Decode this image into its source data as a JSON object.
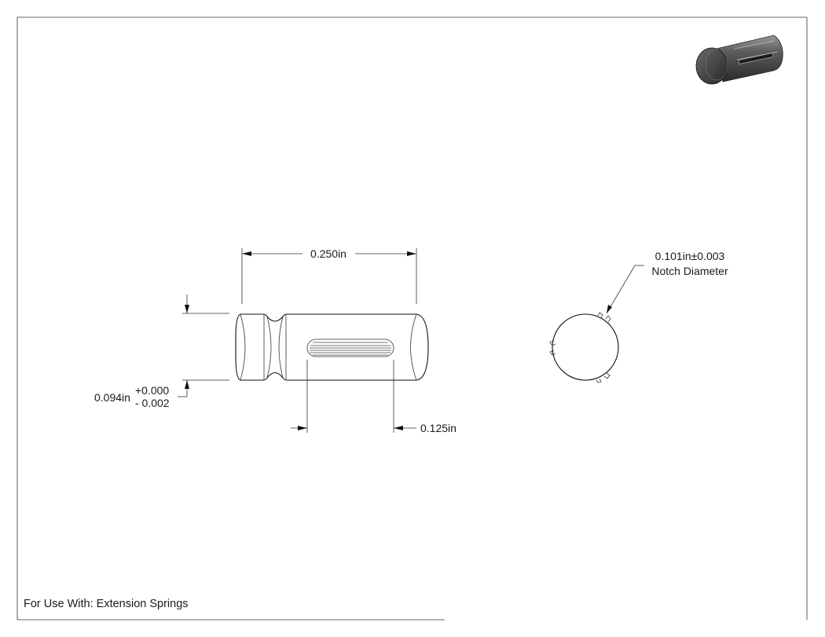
{
  "drawing": {
    "dimensions": {
      "overall_length": "0.250in",
      "slot_length": "0.125in",
      "diameter_nominal": "0.094in",
      "diameter_upper_tol": "+0.000",
      "diameter_lower_tol": "- 0.002",
      "notch_diameter_value": "0.101in±0.003",
      "notch_diameter_label": "Notch Diameter"
    },
    "footer": {
      "note": "For Use With: Extension Springs"
    }
  }
}
